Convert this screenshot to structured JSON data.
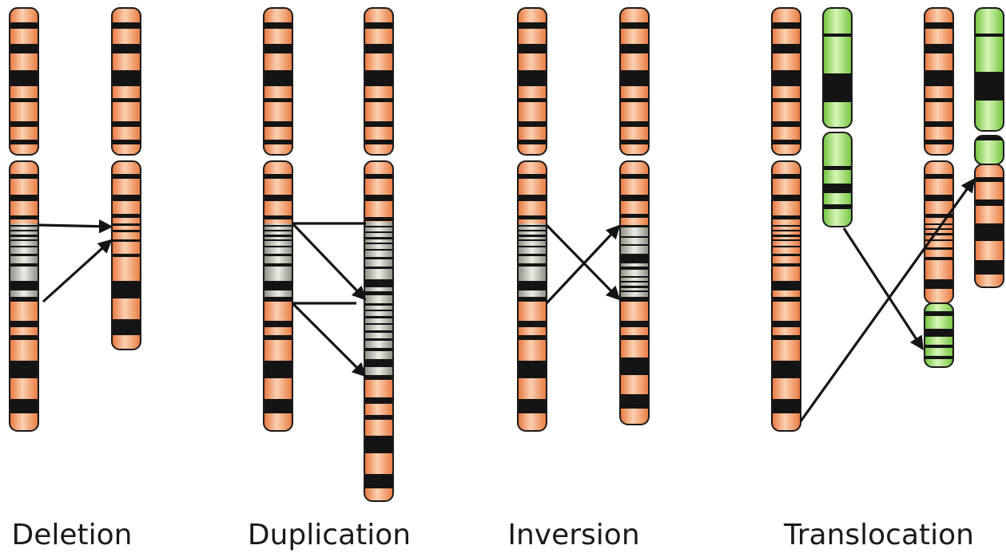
{
  "panels": [
    {
      "label": "Deletion"
    },
    {
      "label": "Duplication"
    },
    {
      "label": "Inversion"
    },
    {
      "label": "Translocation"
    }
  ],
  "colors": {
    "orange_chromosome": "#f08c50",
    "green_chromosome": "#88d24a",
    "band": "#141414",
    "segment_shading": "#8c8c80",
    "arrow": "#141414"
  }
}
